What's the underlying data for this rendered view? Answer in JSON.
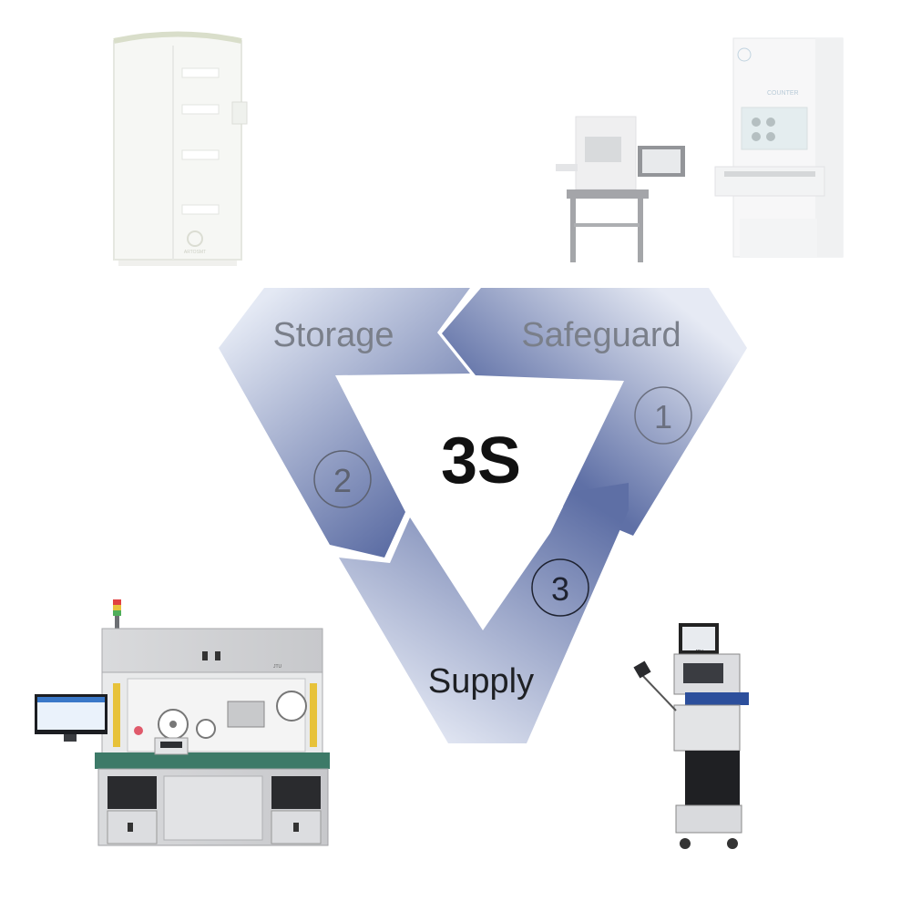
{
  "diagram": {
    "center_label": "3S",
    "stages": [
      {
        "label": "Storage",
        "number": "2"
      },
      {
        "label": "Safeguard",
        "number": "1"
      },
      {
        "label": "Supply",
        "number": "3"
      }
    ]
  },
  "machines": {
    "tower_cabinet": {
      "brand_text": "ARTOSMT"
    },
    "xray_counter": {
      "brand_text": "COUNTER"
    },
    "labeling_station": {
      "panel_text": "JTU"
    },
    "reel_cart": {
      "brand_text": "JTU"
    }
  },
  "colors": {
    "band_dark": "#5d6ea5",
    "band_light": "#e3e8f3",
    "label_text": "#7a7f8a",
    "center_text": "#111111",
    "number_stroke": "#555a66"
  }
}
